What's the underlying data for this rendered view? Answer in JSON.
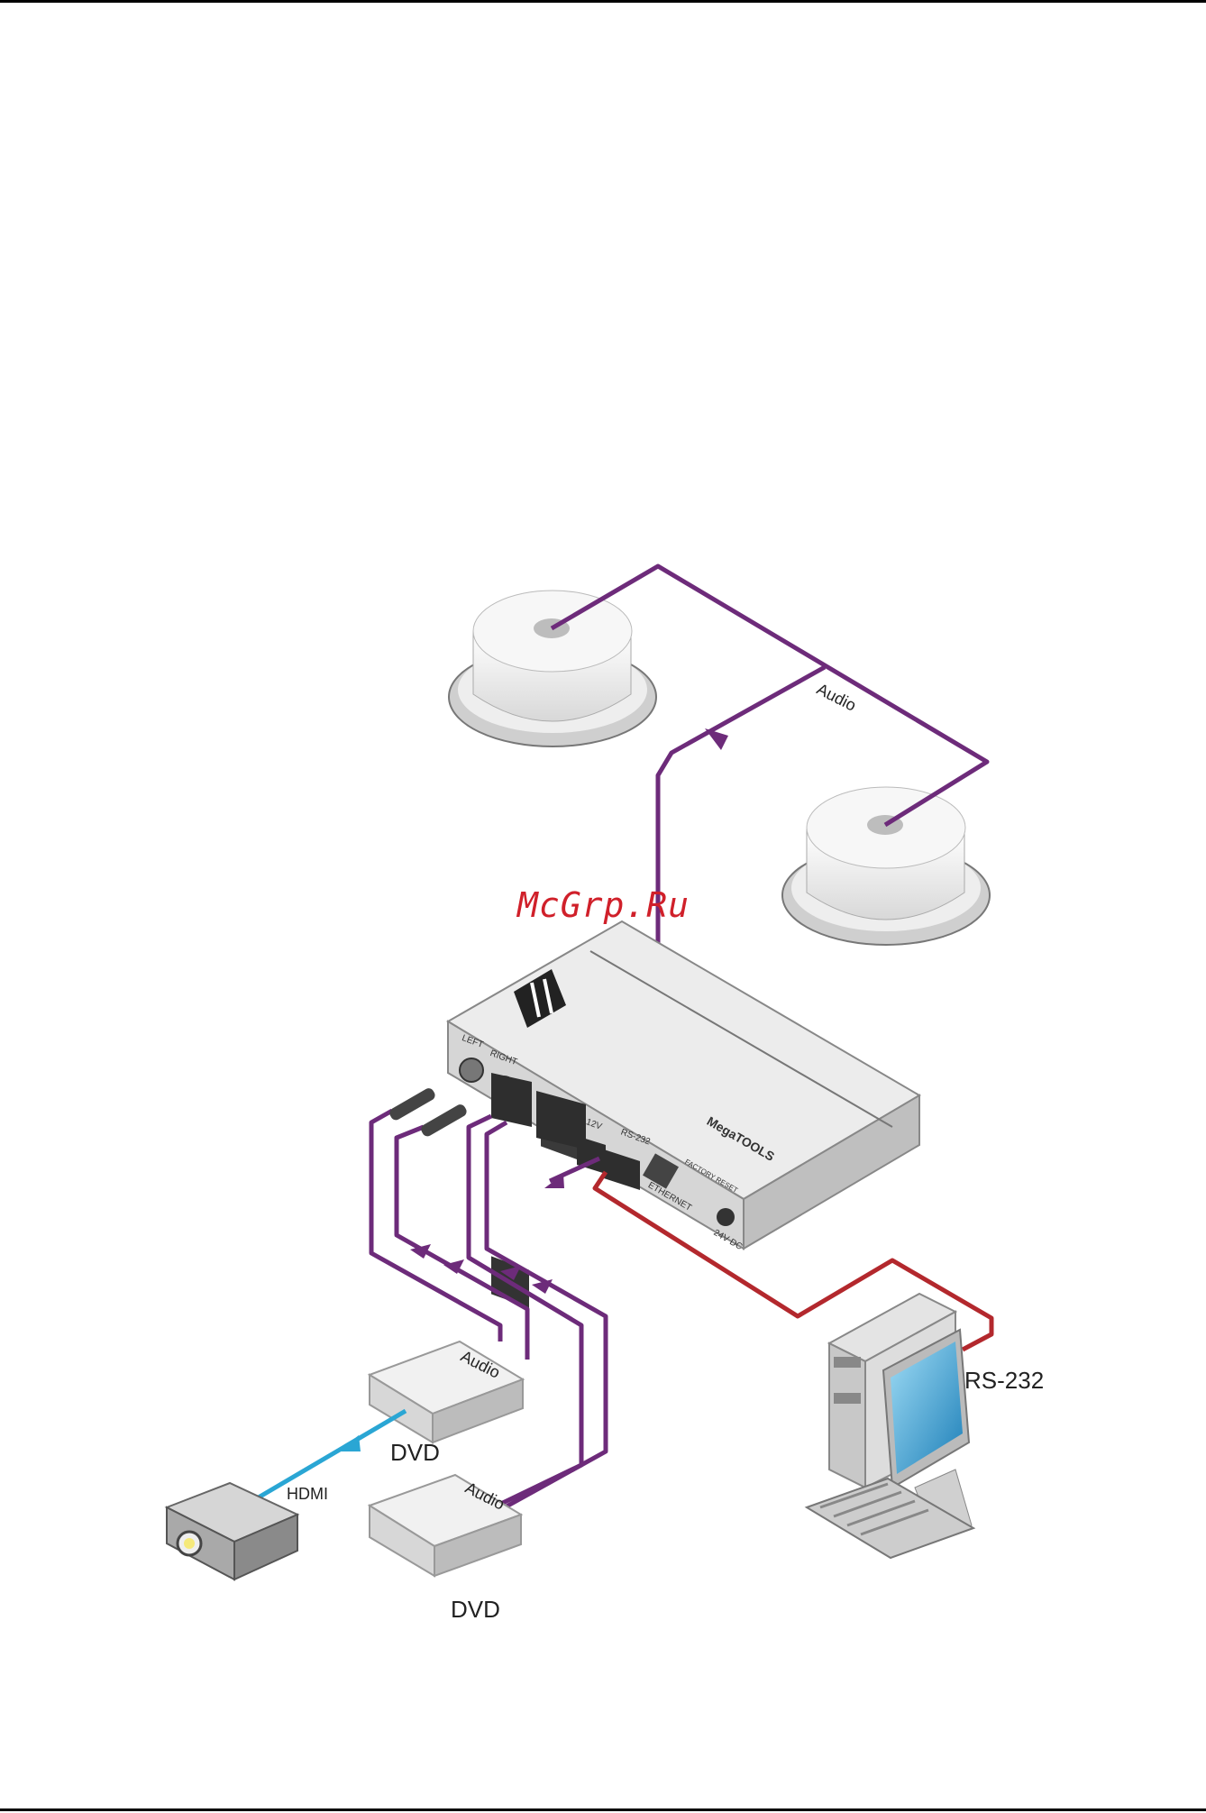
{
  "watermark": "McGrp.Ru",
  "labels": {
    "audio_speakers": "Audio",
    "audio_dvd1": "Audio",
    "audio_dvd2": "Audio",
    "dvd1": "DVD",
    "dvd2": "DVD",
    "hdmi": "HDMI",
    "rs232": "RS-232"
  },
  "device": {
    "brand": "MegaTOOLS",
    "port_left": "LEFT",
    "port_right": "RIGHT",
    "port_ethernet": "ETHERNET",
    "port_rs232": "RS-232",
    "port_power": "24V DC",
    "port_12v": "12V",
    "port_reset": "FACTORY RESET"
  },
  "colors": {
    "audio_cable": "#6d2b7a",
    "rs232_cable": "#b3282d",
    "hdmi_cable": "#2aa6d4",
    "watermark": "#d0202a"
  }
}
